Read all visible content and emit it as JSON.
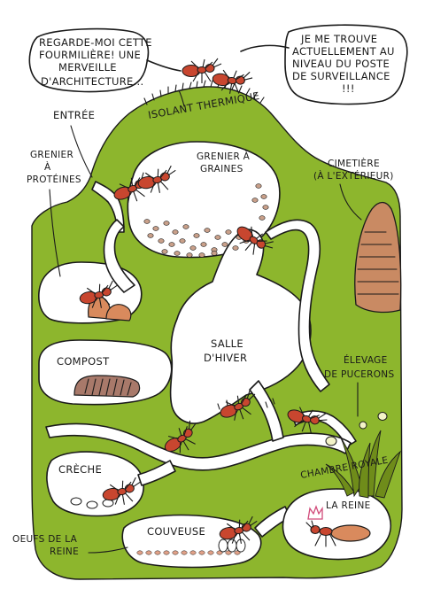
{
  "speech": {
    "left": [
      "REGARDE-MOI CETTE",
      "FOURMILIÈRE! UNE",
      "MERVEILLE",
      "D'ARCHITECTURE..."
    ],
    "right": [
      "JE ME TROUVE",
      "ACTUELLEMENT AU",
      "NIVEAU DU POSTE",
      "DE SURVEILLANCE",
      "!!!"
    ]
  },
  "labels": {
    "isolant": "ISOLANT THERMIQUE",
    "entree": "ENTRÉE",
    "grenier_proteines": [
      "GRENIER",
      "À",
      "PROTÉINES"
    ],
    "grenier_graines": [
      "GRENIER À",
      "GRAINES"
    ],
    "cimetiere": [
      "CIMETIÈRE",
      "(À L'EXTÉRIEUR)"
    ],
    "salle_hiver": [
      "SALLE",
      "D'HIVER"
    ],
    "compost": "COMPOST",
    "elevage": [
      "ÉLEVAGE",
      "DE PUCERONS"
    ],
    "chambre_royale": "CHAMBRE ROYALE",
    "la_reine": "LA REINE",
    "creche": "CRÈCHE",
    "couveuse": "COUVEUSE",
    "oeufs": [
      "OEUFS DE LA",
      "REINE"
    ]
  },
  "colors": {
    "soil": "#8db62d",
    "tunnel": "#ffffff",
    "ink": "#1a1a1a",
    "ant": "#c8462f",
    "ant_light": "#d98a5d",
    "cemetery": "#c98a63",
    "compost": "#a8796a",
    "plant": "#6f8c1a",
    "egg": "#e2a289"
  }
}
